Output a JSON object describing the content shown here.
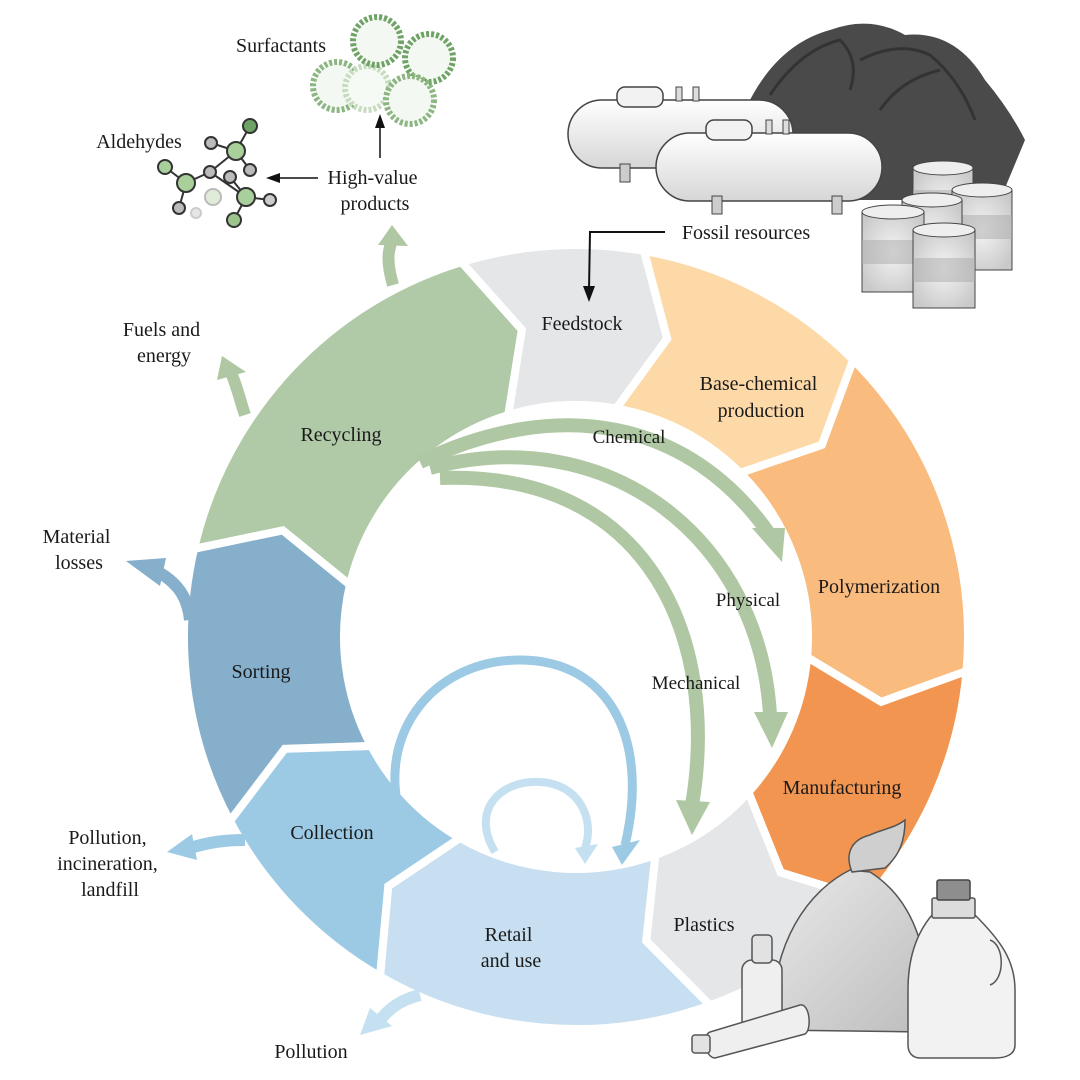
{
  "cycle": {
    "segments": [
      {
        "key": "feedstock",
        "label_lines": [
          "Feedstock"
        ],
        "color": "#e5e6e8"
      },
      {
        "key": "base_chemical",
        "label_lines": [
          "Base-chemical",
          "production"
        ],
        "color": "#fdd9a8"
      },
      {
        "key": "polymerization",
        "label_lines": [
          "Polymerization"
        ],
        "color": "#f9bb7e"
      },
      {
        "key": "manufacturing",
        "label_lines": [
          "Manufacturing"
        ],
        "color": "#f29550"
      },
      {
        "key": "plastics",
        "label_lines": [
          "Plastics"
        ],
        "color": "#e5e6e8"
      },
      {
        "key": "retail",
        "label_lines": [
          "Retail",
          "and use"
        ],
        "color": "#c7dff0"
      },
      {
        "key": "collection",
        "label_lines": [
          "Collection"
        ],
        "color": "#9ccae4"
      },
      {
        "key": "sorting",
        "label_lines": [
          "Sorting"
        ],
        "color": "#86afcc"
      },
      {
        "key": "recycling",
        "label_lines": [
          "Recycling"
        ],
        "color": "#b0c9a6"
      }
    ],
    "recycling_routes": [
      "Chemical",
      "Physical",
      "Mechanical"
    ]
  },
  "outputs": {
    "fuels": [
      "Fuels and",
      "energy"
    ],
    "high_value": [
      "High-value",
      "products"
    ],
    "surfactants": "Surfactants",
    "aldehydes": "Aldehydes",
    "material_losses": [
      "Material",
      "losses"
    ],
    "pollution_landfill": [
      "Pollution,",
      "incineration,",
      "landfill"
    ],
    "pollution": "Pollution",
    "fossil": "Fossil resources"
  },
  "colors": {
    "green_arrow": "#afc8a3",
    "blue_loop": "#9ccae4",
    "blue_loop_light": "#c5e1f1",
    "sorting_arrow": "#86afcc"
  }
}
